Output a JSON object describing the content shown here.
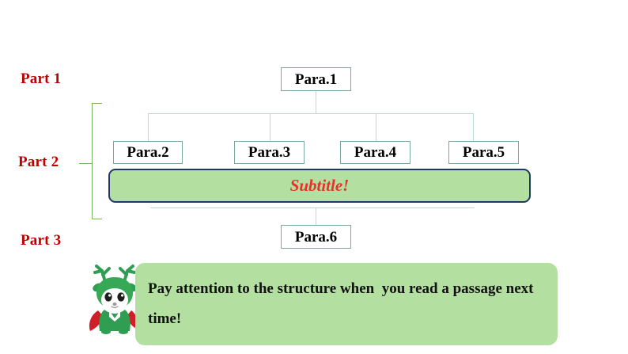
{
  "slide": {
    "background_color": "#ffffff",
    "accent_red": "#C00000",
    "accent_green_fill": "#b3dfa0",
    "accent_green_bracket": "#76b463",
    "connector_color": "#bcd9d2",
    "box_border_color": "#7aa8a0",
    "banner_border_color": "#1f3864",
    "subtitle_red": "#E8312B"
  },
  "parts": {
    "part1": "Part 1",
    "part2": "Part 2",
    "part3": "Part 3"
  },
  "paragraphs": {
    "para1": "Para.1",
    "para2": "Para.2",
    "para3": "Para.3",
    "para4": "Para.4",
    "para5": "Para.5",
    "para6": "Para.6"
  },
  "subtitle": {
    "label": "Subtitle!"
  },
  "note": {
    "text": "Pay attention to the structure when  you read a passage next time!"
  },
  "icons": {
    "mascot": "deer-mascot-icon"
  }
}
